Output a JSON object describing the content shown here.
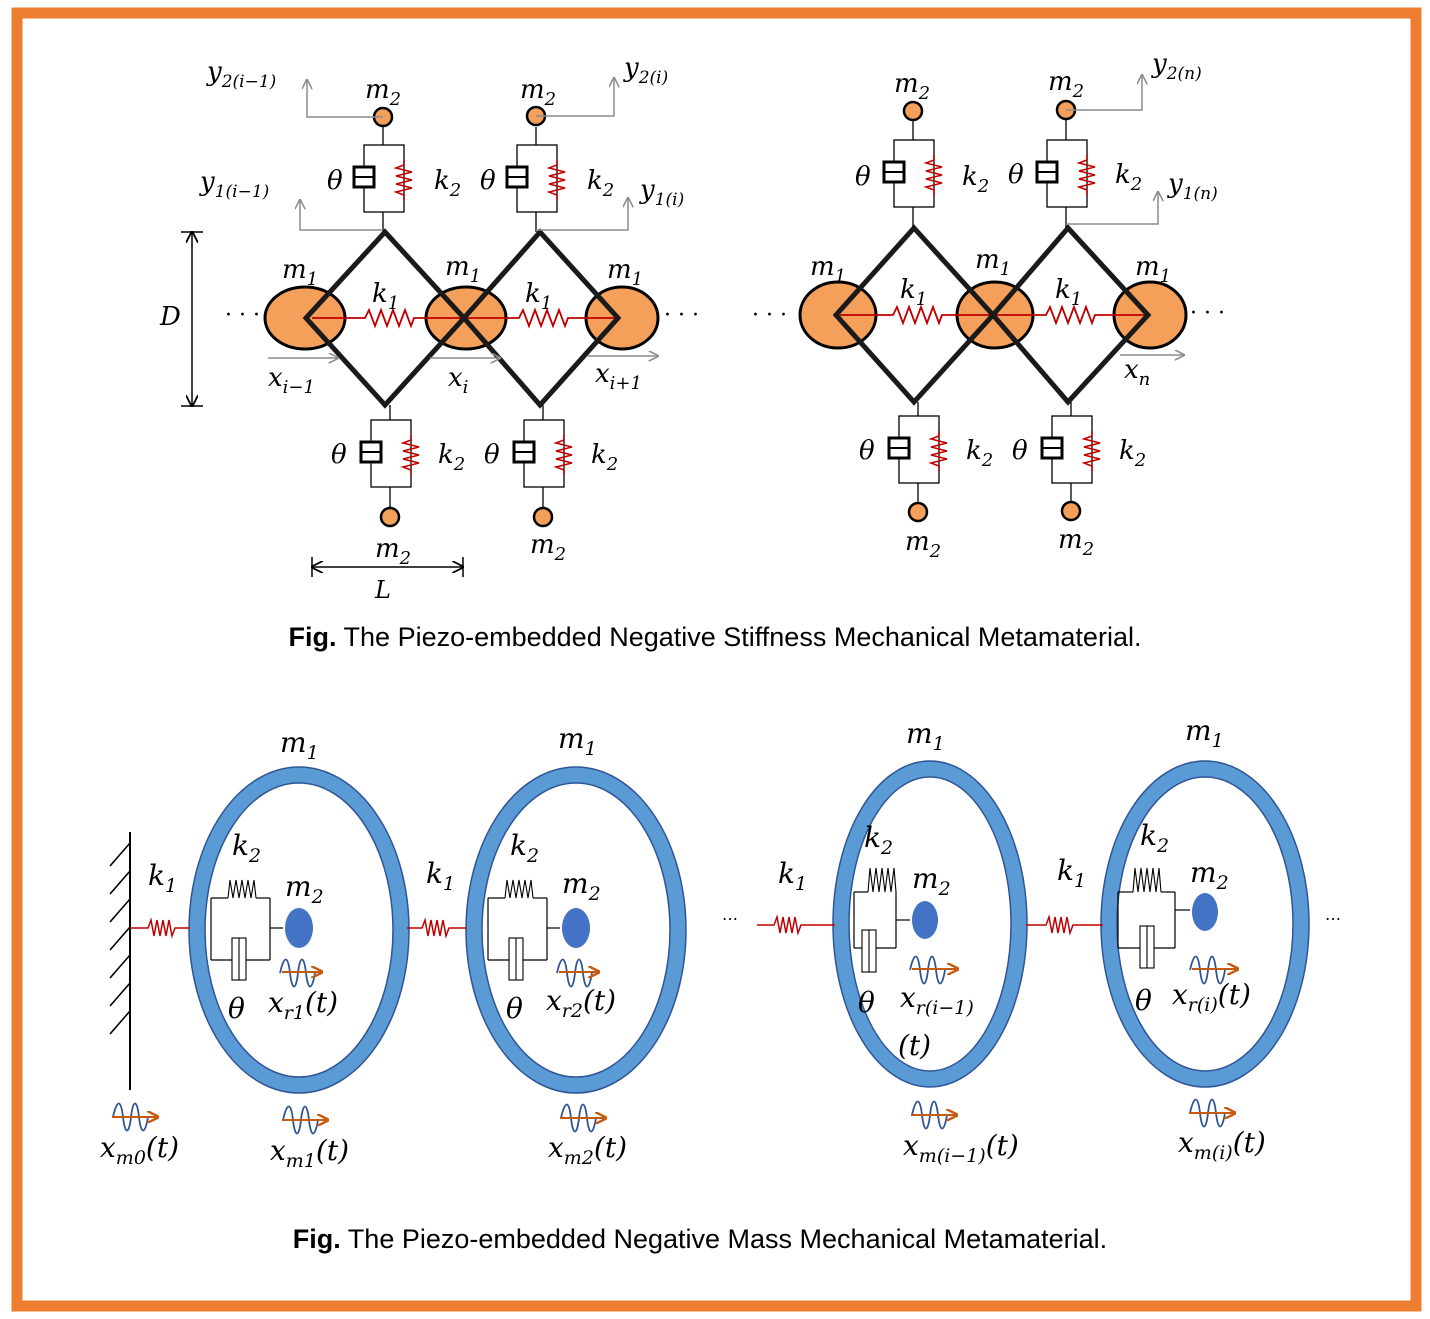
{
  "colors": {
    "border": "#ED7D31",
    "mass_orange": "#F4A05A",
    "ring_blue": "#5B9BD5",
    "mass_blue": "#4472C4",
    "spring_red": "#C00000",
    "arrow_gray": "#8C8C8C",
    "wave_arrow": "#C55A11"
  },
  "fig1": {
    "caption_prefix": "Fig.",
    "caption_text": " The Piezo-embedded Negative Stiffness Mechanical Metamaterial.",
    "labels": {
      "m1": "m",
      "m1_sub": "1",
      "m2": "m",
      "m2_sub": "2",
      "k1": "k",
      "k1_sub": "1",
      "k2": "k",
      "k2_sub": "2",
      "theta": "θ",
      "D": "D",
      "L": "L",
      "dots": "· · ·",
      "x": "x",
      "x_im1_sub": "i−1",
      "x_i_sub": "i",
      "x_ip1_sub": "i+1",
      "x_n_sub": "n",
      "y": "y",
      "y2_im1_sub": "2(i−1)",
      "y2_i_sub": "2(i)",
      "y2_n_sub": "2(n)",
      "y1_im1_sub": "1(i−1)",
      "y1_i_sub": "1(i)",
      "y1_n_sub": "1(n)"
    }
  },
  "fig2": {
    "caption_prefix": "Fig.",
    "caption_text": "  The Piezo-embedded Negative Mass Mechanical Metamaterial.",
    "labels": {
      "m1": "m",
      "m1_sub": "1",
      "m2": "m",
      "m2_sub": "2",
      "k1": "k",
      "k1_sub": "1",
      "k2": "k",
      "k2_sub": "2",
      "theta": "θ",
      "ellipsis": "…",
      "x": "x",
      "t_suffix": "(t)",
      "xr1_sub": "r1",
      "xr2_sub": "r2",
      "xr_im1_sub": "r(i−1)",
      "xr_i_sub": "r(i)",
      "xm0_sub": "m0",
      "xm1_sub": "m1",
      "xm2_sub": "m2",
      "xm_im1_sub": "m(i−1)",
      "xm_i_sub": "m(i)"
    }
  }
}
